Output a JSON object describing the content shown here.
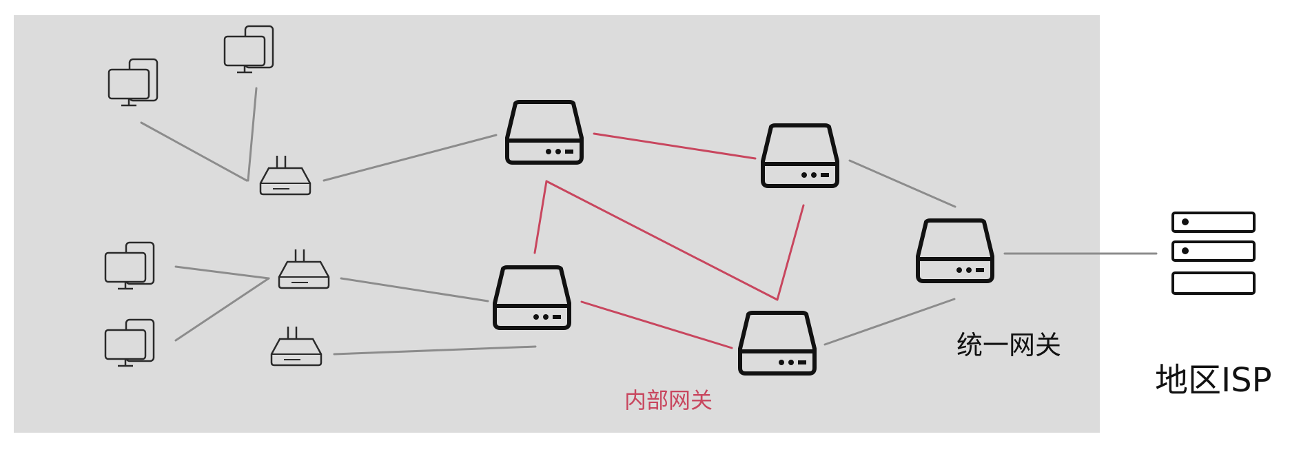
{
  "colors": {
    "background": "#ffffff",
    "panel": "#dcdcdc",
    "link_gray": "#8c8c8c",
    "link_red": "#c8465e",
    "router_icon": "#111111",
    "client_icon": "#2a2a2a",
    "internal_label": "#c8465e"
  },
  "labels": {
    "unified_gateway": "统一网关",
    "internal_gateway": "内部网关",
    "regional_isp": "地区ISP"
  },
  "icons": {
    "computer": "computer-icon",
    "access_point": "wireless-access-point-icon",
    "gateway": "router-icon",
    "isp": "server-rack-icon"
  }
}
